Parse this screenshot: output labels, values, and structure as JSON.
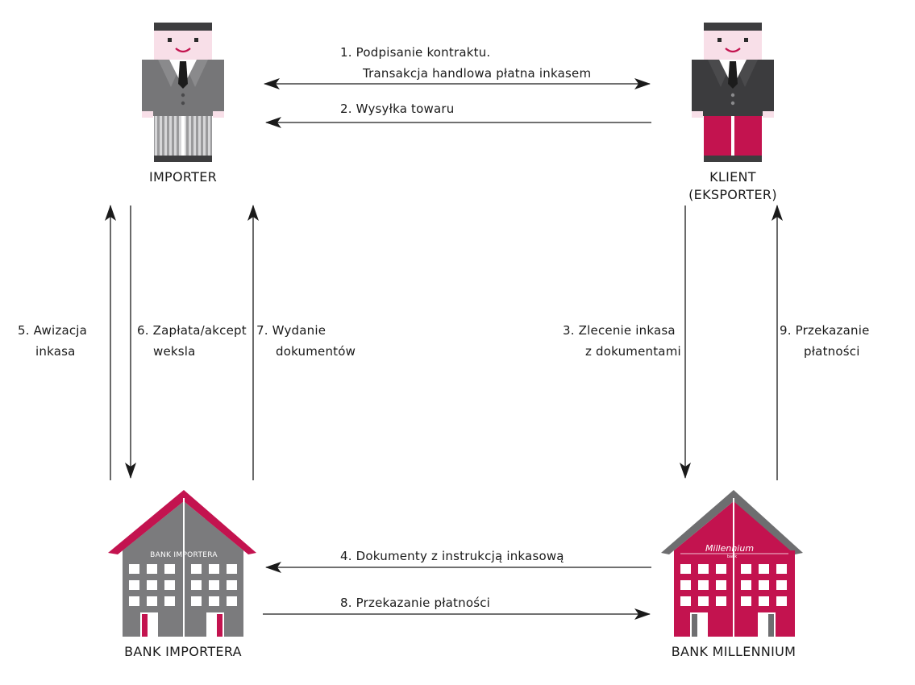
{
  "entities": {
    "importer": {
      "name": "IMPORTER"
    },
    "exporter": {
      "name_line1": "KLIENT",
      "name_line2": "(EKSPORTER)"
    },
    "importer_bank": {
      "name": "BANK IMPORTERA",
      "sign": "BANK IMPORTERA"
    },
    "millennium_bank": {
      "name": "BANK MILLENNIUM",
      "sign": "Millennium",
      "sign_small": "bank"
    }
  },
  "steps": [
    {
      "line1": "1.  Podpisanie kontraktu.",
      "line2": "Transakcja handlowa płatna inkasem"
    },
    {
      "line1": "2.  Wysyłka towaru"
    },
    {
      "line1": "3.  Zlecenie inkasa",
      "line2": "z dokumentami"
    },
    {
      "line1": "4.  Dokumenty z instrukcją inkasową"
    },
    {
      "line1": "5.  Awizacja",
      "line2": "inkasa"
    },
    {
      "line1": "6.  Zapłata/akcept",
      "line2": "weksla"
    },
    {
      "line1": "7.  Wydanie",
      "line2": "dokumentów"
    },
    {
      "line1": "8.  Przekazanie płatności"
    },
    {
      "line1": "9.  Przekazanie",
      "line2": "płatności"
    }
  ],
  "colors": {
    "brand": "#c3134f",
    "suit_gray": "#6e6e70",
    "suit_dark": "#3c3c3e",
    "hair": "#3d3d3f",
    "skin": "#f8dfe8",
    "building_gray": "#7b7b7d",
    "arrow": "#1a1a1a"
  }
}
